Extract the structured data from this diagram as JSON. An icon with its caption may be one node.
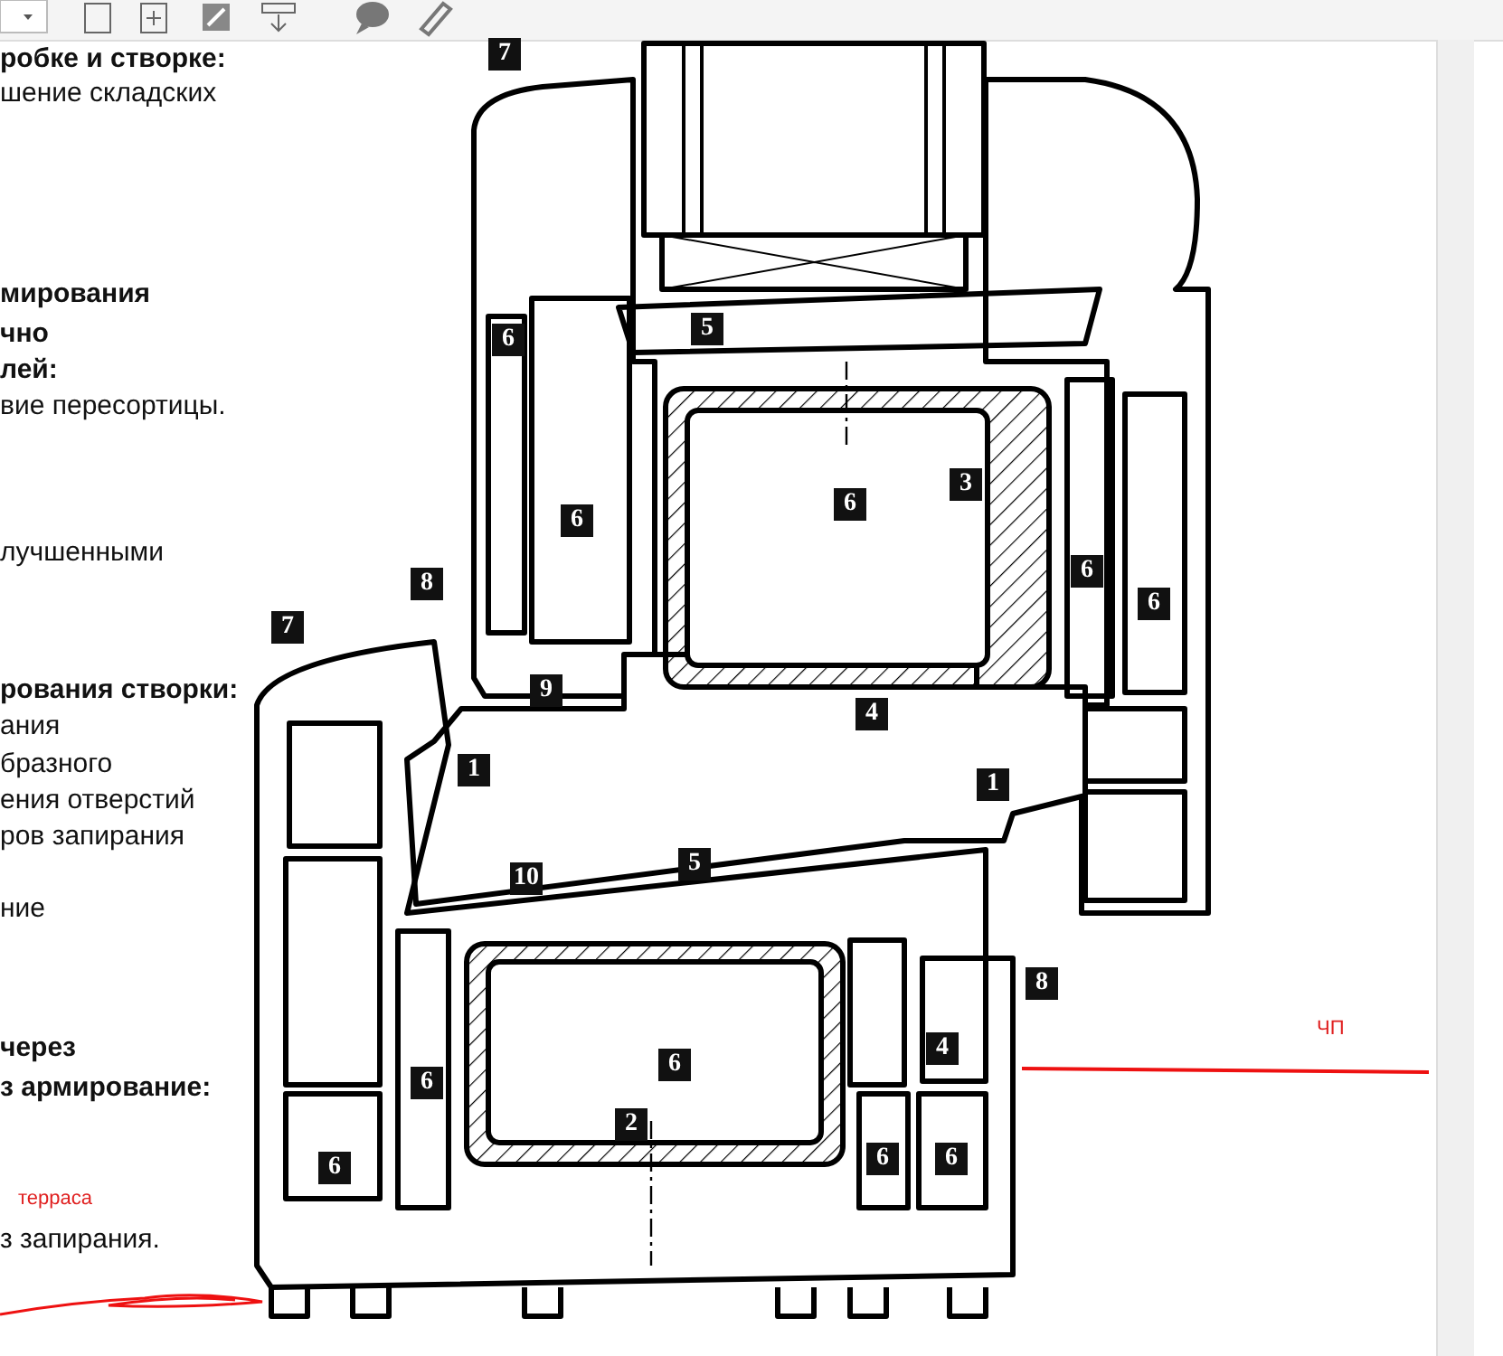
{
  "diagram": {
    "labels": [
      "робке и створке:",
      "шение складских",
      "мирования",
      "чно",
      "лей:",
      "вие пересортицы.",
      "лучшенными",
      "рования створки:",
      "ания",
      "бразного",
      "ения отверстий",
      "ров запирания",
      "ние",
      "через",
      "з армирование:",
      "з запирания.",
      "терраса",
      "ЧП",
      "7",
      "6",
      "5",
      "6",
      "6",
      "3",
      "8",
      "7",
      "6",
      "6",
      "9",
      "4",
      "1",
      "1",
      "10",
      "5",
      "8",
      "4",
      "6",
      "6",
      "2",
      "6",
      "6",
      "6"
    ]
  }
}
